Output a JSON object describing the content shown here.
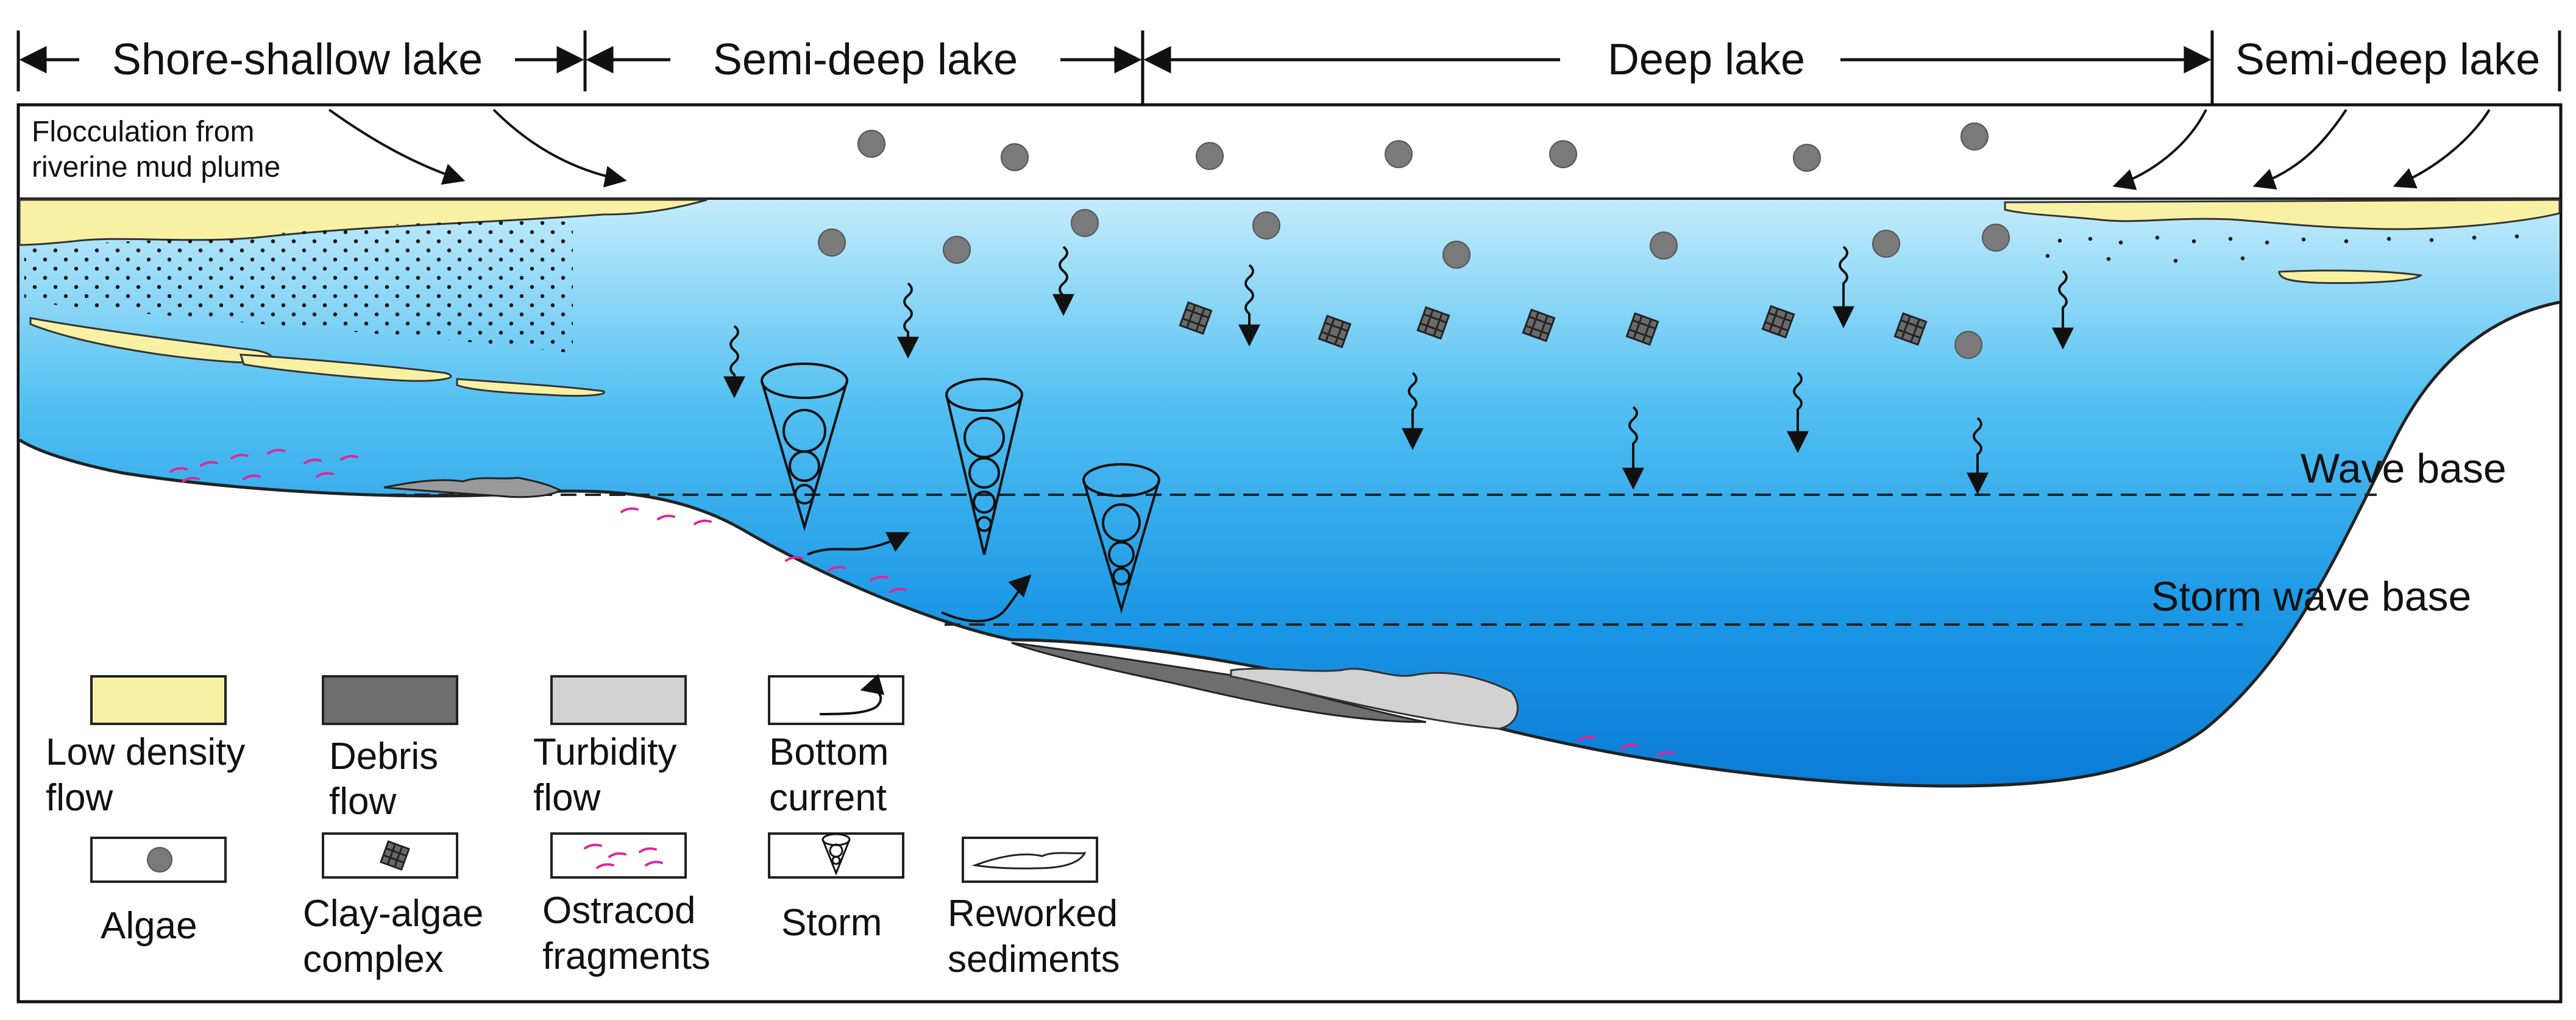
{
  "zones": [
    {
      "id": "shore-shallow",
      "label": "Shore-shallow lake"
    },
    {
      "id": "semi-deep-left",
      "label": "Semi-deep lake"
    },
    {
      "id": "deep",
      "label": "Deep lake"
    },
    {
      "id": "semi-deep-right",
      "label": "Semi-deep lake"
    }
  ],
  "annotations": {
    "flocculation_line1": "Flocculation from",
    "flocculation_line2": "riverine mud plume",
    "wave_base": "Wave base",
    "storm_wave_base": "Storm wave base"
  },
  "legend": [
    {
      "id": "low-density-flow",
      "lines": [
        "Low density",
        "flow"
      ],
      "color": "#f8f1a4"
    },
    {
      "id": "debris-flow",
      "lines": [
        "Debris",
        "flow"
      ],
      "color": "#6e6e6e"
    },
    {
      "id": "turbidity-flow",
      "lines": [
        "Turbidity",
        "flow"
      ],
      "color": "#d2d2d2"
    },
    {
      "id": "bottom-current",
      "lines": [
        "Bottom",
        "current"
      ],
      "icon": "curved-arrow-icon"
    },
    {
      "id": "algae",
      "lines": [
        "Algae"
      ],
      "icon": "algae-dot-icon"
    },
    {
      "id": "clay-algae-complex",
      "lines": [
        "Clay-algae",
        "complex"
      ],
      "icon": "clay-algae-icon"
    },
    {
      "id": "ostracod-fragments",
      "lines": [
        "Ostracod",
        "fragments"
      ],
      "icon": "ostracod-icon",
      "color": "#e0259a"
    },
    {
      "id": "storm",
      "lines": [
        "Storm"
      ],
      "icon": "storm-cone-icon"
    },
    {
      "id": "reworked-sediments",
      "lines": [
        "Reworked",
        "sediments"
      ],
      "icon": "reworked-sediment-icon"
    }
  ],
  "colors": {
    "water_top": "#c4ecfb",
    "water_mid": "#36b2ef",
    "water_deep": "#0a80d8",
    "sand": "#f8f1a4",
    "algae": "#7a7a7a",
    "ostracod": "#e0259a"
  }
}
